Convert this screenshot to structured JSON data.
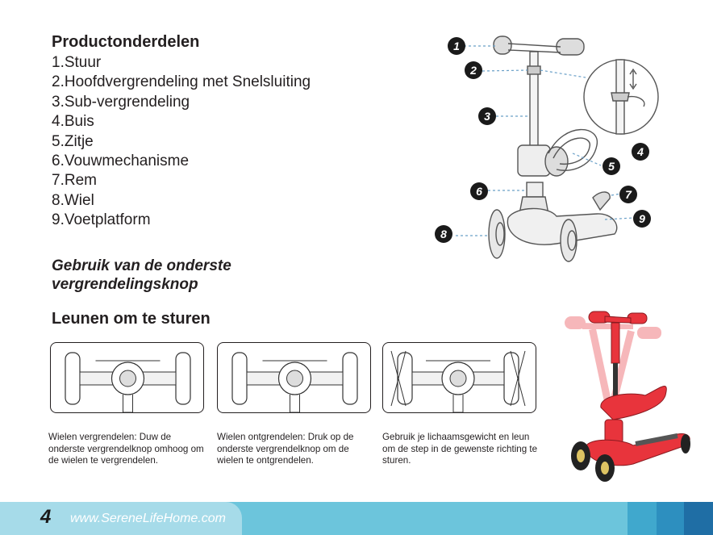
{
  "parts": {
    "title": "Productonderdelen",
    "items": [
      "1.Stuur",
      "2.Hoofdvergrendeling met Snelsluiting",
      "3.Sub-vergrendeling",
      "4.Buis",
      "5.Zitje",
      "6.Vouwmechanisme",
      "7.Rem",
      "8.Wiel",
      "9.Voetplatform"
    ]
  },
  "lock_section": {
    "title": "Gebruik van de onderste vergrendelingsknop"
  },
  "steer_section": {
    "title": "Leunen om te sturen"
  },
  "captions": [
    "Wielen vergrendelen: Duw de onderste vergrendelknop omhoog om de wielen te vergrendelen.",
    "Wielen ontgrendelen: Druk op de onderste vergrendelknop om de wielen te ontgrendelen.",
    "Gebruik je lichaamsgewicht en leun om de step in de gewenste richting te sturen."
  ],
  "callouts": [
    "1",
    "2",
    "3",
    "4",
    "5",
    "6",
    "7",
    "8",
    "9"
  ],
  "footer": {
    "page_number": "4",
    "url": "www.SereneLifeHome.com"
  },
  "colors": {
    "footer_blue": "#6cc5dc",
    "scooter_red": "#e8343c",
    "text": "#231f20"
  }
}
